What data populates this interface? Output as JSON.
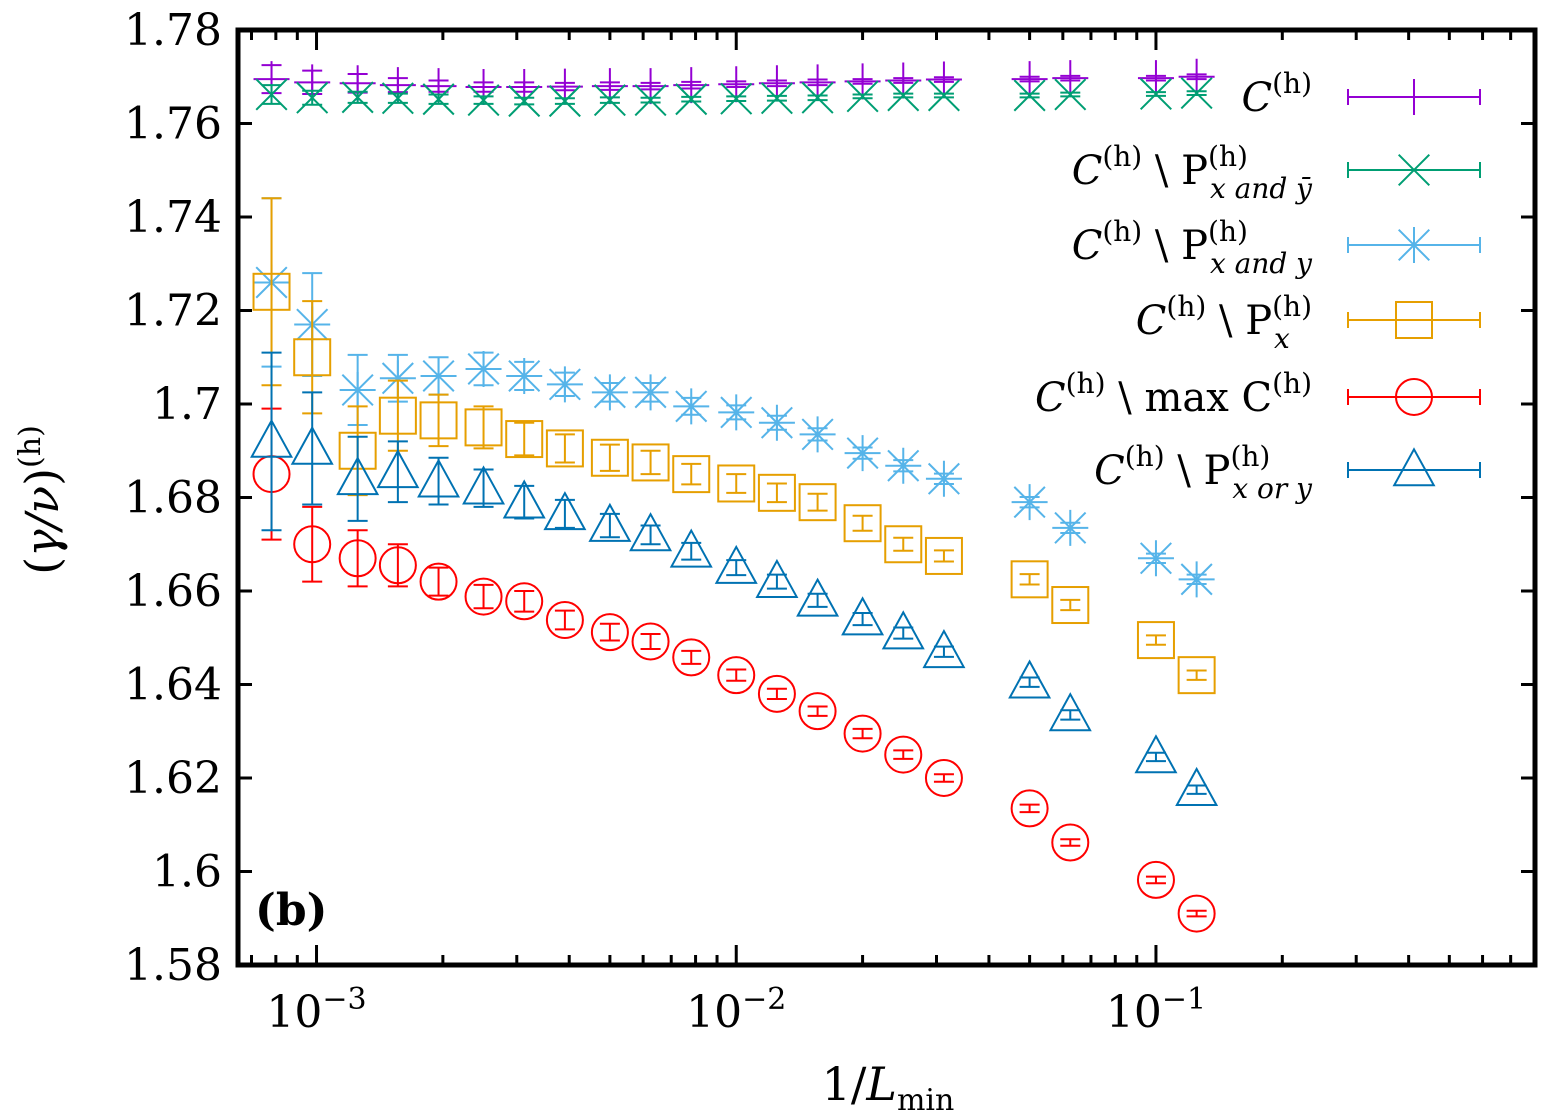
{
  "chart_data": {
    "type": "scatter",
    "panel_label": "(b)",
    "xlabel": "1/L_min",
    "ylabel": "(γ/ν)^(h)",
    "xscale": "log",
    "xlim": [
      0.00065,
      0.8
    ],
    "ylim": [
      1.58,
      1.78
    ],
    "yticks": [
      1.58,
      1.6,
      1.62,
      1.64,
      1.66,
      1.68,
      1.7,
      1.72,
      1.74,
      1.76,
      1.78
    ],
    "ytick_labels": [
      "1.58",
      "1.6",
      "1.62",
      "1.64",
      "1.66",
      "1.68",
      "1.7",
      "1.72",
      "1.74",
      "1.76",
      "1.78"
    ],
    "xtick_labels": [
      {
        "value": 0.001,
        "base": "10",
        "exp": "−3"
      },
      {
        "value": 0.01,
        "base": "10",
        "exp": "−2"
      },
      {
        "value": 0.1,
        "base": "10",
        "exp": "−1"
      }
    ],
    "grid": false,
    "legend_position": "top-right",
    "x": [
      0.00078125,
      0.0009765625,
      0.0012531,
      0.0015625,
      0.001953125,
      0.0025,
      0.003125,
      0.00390625,
      0.005,
      0.00625,
      0.0078125,
      0.01,
      0.0125,
      0.015625,
      0.02,
      0.025,
      0.03125,
      0.05,
      0.0625,
      0.1,
      0.125
    ],
    "series": [
      {
        "name": "C^(h)",
        "label_main": "C",
        "label_sup": "(h)",
        "marker": "plus",
        "color": "#9400d3",
        "values": [
          1.7695,
          1.7688,
          1.7686,
          1.7682,
          1.768,
          1.7678,
          1.7678,
          1.7679,
          1.768,
          1.768,
          1.7682,
          1.7684,
          1.7686,
          1.7688,
          1.769,
          1.7692,
          1.7694,
          1.7695,
          1.7697,
          1.7697,
          1.77
        ],
        "errors": [
          0.003,
          0.0025,
          0.002,
          0.0015,
          0.0012,
          0.001,
          0.001,
          0.0008,
          0.0008,
          0.0007,
          0.0007,
          0.0006,
          0.0006,
          0.0006,
          0.0005,
          0.0005,
          0.0005,
          0.0005,
          0.0005,
          0.0005,
          0.0005
        ]
      },
      {
        "name": "C^(h) \\ P^(h)_(x and ȳ)",
        "label_main": "C",
        "label_sup": "(h)",
        "label_op": " \\ P",
        "label_sup2": "(h)",
        "label_sub2": "x and ȳ",
        "marker": "cross",
        "color": "#009e73",
        "values": [
          1.7662,
          1.7655,
          1.7656,
          1.7654,
          1.7652,
          1.765,
          1.7648,
          1.7648,
          1.765,
          1.765,
          1.7652,
          1.7653,
          1.7654,
          1.7655,
          1.7658,
          1.766,
          1.766,
          1.766,
          1.7662,
          1.7663,
          1.7665
        ],
        "errors": [
          0.002,
          0.0015,
          0.0012,
          0.001,
          0.001,
          0.0008,
          0.0007,
          0.0006,
          0.0006,
          0.0005,
          0.0005,
          0.0005,
          0.0005,
          0.0005,
          0.0004,
          0.0004,
          0.0004,
          0.0004,
          0.0004,
          0.0004,
          0.0004
        ]
      },
      {
        "name": "C^(h) \\ P^(h)_(x and y)",
        "label_main": "C",
        "label_sup": "(h)",
        "label_op": " \\ P",
        "label_sup2": "(h)",
        "label_sub2": "x and y",
        "marker": "star",
        "color": "#56b4e9",
        "values": [
          1.726,
          1.717,
          1.703,
          1.7055,
          1.706,
          1.7075,
          1.706,
          1.7042,
          1.7025,
          1.7025,
          1.6995,
          1.6982,
          1.696,
          1.6935,
          1.6895,
          1.6868,
          1.684,
          1.679,
          1.6735,
          1.667,
          1.6625
        ],
        "errors": [
          0.018,
          0.011,
          0.0075,
          0.005,
          0.004,
          0.0035,
          0.003,
          0.0025,
          0.002,
          0.002,
          0.0018,
          0.0015,
          0.0015,
          0.0013,
          0.0012,
          0.0012,
          0.0011,
          0.0011,
          0.0011,
          0.001,
          0.001
        ]
      },
      {
        "name": "C^(h) \\ P^(h)_x",
        "label_main": "C",
        "label_sup": "(h)",
        "label_op": " \\ P",
        "label_sup2": "(h)",
        "label_sub2": "x",
        "marker": "square",
        "color": "#e69f00",
        "values": [
          1.724,
          1.71,
          1.69,
          1.6975,
          1.6965,
          1.695,
          1.6925,
          1.6905,
          1.6885,
          1.6875,
          1.685,
          1.683,
          1.681,
          1.679,
          1.6745,
          1.67,
          1.6675,
          1.6625,
          1.657,
          1.6495,
          1.642
        ],
        "errors": [
          0.02,
          0.012,
          0.0095,
          0.0075,
          0.0055,
          0.0045,
          0.0035,
          0.003,
          0.0028,
          0.0025,
          0.0022,
          0.002,
          0.002,
          0.0018,
          0.0016,
          0.0014,
          0.0012,
          0.0011,
          0.0011,
          0.001,
          0.001
        ]
      },
      {
        "name": "C^(h) \\ max C^(h)",
        "label_main": "C",
        "label_sup": "(h)",
        "label_op": " \\ max C",
        "label_sup2": "(h)",
        "label_sub2": "",
        "marker": "circle",
        "color": "#ff0000",
        "values": [
          1.685,
          1.67,
          1.667,
          1.6655,
          1.662,
          1.6588,
          1.6578,
          1.6538,
          1.6512,
          1.6492,
          1.6458,
          1.642,
          1.638,
          1.6343,
          1.6295,
          1.625,
          1.62,
          1.6135,
          1.6062,
          1.5982,
          1.591
        ],
        "errors": [
          0.014,
          0.008,
          0.006,
          0.0045,
          0.003,
          0.0025,
          0.0022,
          0.002,
          0.0018,
          0.0016,
          0.0014,
          0.0012,
          0.0011,
          0.001,
          0.001,
          0.0009,
          0.0008,
          0.0008,
          0.0007,
          0.0007,
          0.0006
        ]
      },
      {
        "name": "C^(h) \\ P^(h)_(x or y)",
        "label_main": "C",
        "label_sup": "(h)",
        "label_op": " \\ P",
        "label_sup2": "(h)",
        "label_sub2": "x or y",
        "marker": "triangle",
        "color": "#0072b2",
        "values": [
          1.692,
          1.6905,
          1.684,
          1.6855,
          1.6835,
          1.682,
          1.679,
          1.6765,
          1.674,
          1.672,
          1.6685,
          1.665,
          1.662,
          1.658,
          1.654,
          1.651,
          1.647,
          1.6405,
          1.6335,
          1.6245,
          1.6175
        ],
        "errors": [
          0.019,
          0.012,
          0.009,
          0.0065,
          0.005,
          0.004,
          0.0035,
          0.003,
          0.0025,
          0.002,
          0.0018,
          0.0016,
          0.0015,
          0.0014,
          0.0013,
          0.0012,
          0.0011,
          0.001,
          0.001,
          0.0009,
          0.0009
        ]
      }
    ]
  }
}
